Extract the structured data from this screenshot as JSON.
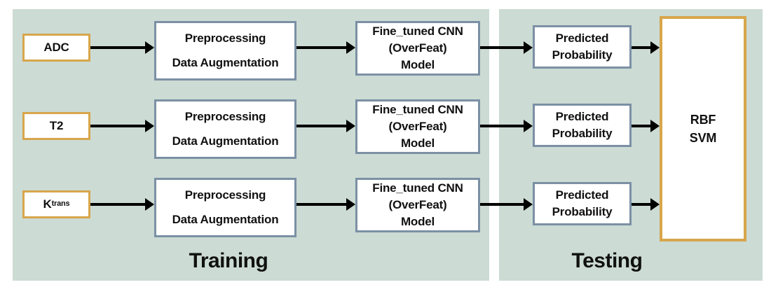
{
  "colors": {
    "panel-bg": "#ccdbd4",
    "gold": "#d7a64b",
    "slate": "#7b90a4",
    "arrow": "#000000",
    "box-bg": "#ffffff",
    "text": "#111111"
  },
  "sections": {
    "training_label": "Training",
    "testing_label": "Testing"
  },
  "rows": [
    {
      "label": "ADC",
      "sup": ""
    },
    {
      "label": "T2",
      "sup": ""
    },
    {
      "label": "K",
      "sup": "trans"
    }
  ],
  "boxes": {
    "preprocessing": {
      "line1": "Preprocessing",
      "line2": "Data Augmentation"
    },
    "cnn": {
      "line1": "Fine_tuned CNN",
      "line2": "(OverFeat)",
      "line3": "Model"
    },
    "predicted": {
      "line1": "Predicted",
      "line2": "Probability"
    },
    "svm": {
      "line1": "RBF",
      "line2": "SVM"
    }
  }
}
